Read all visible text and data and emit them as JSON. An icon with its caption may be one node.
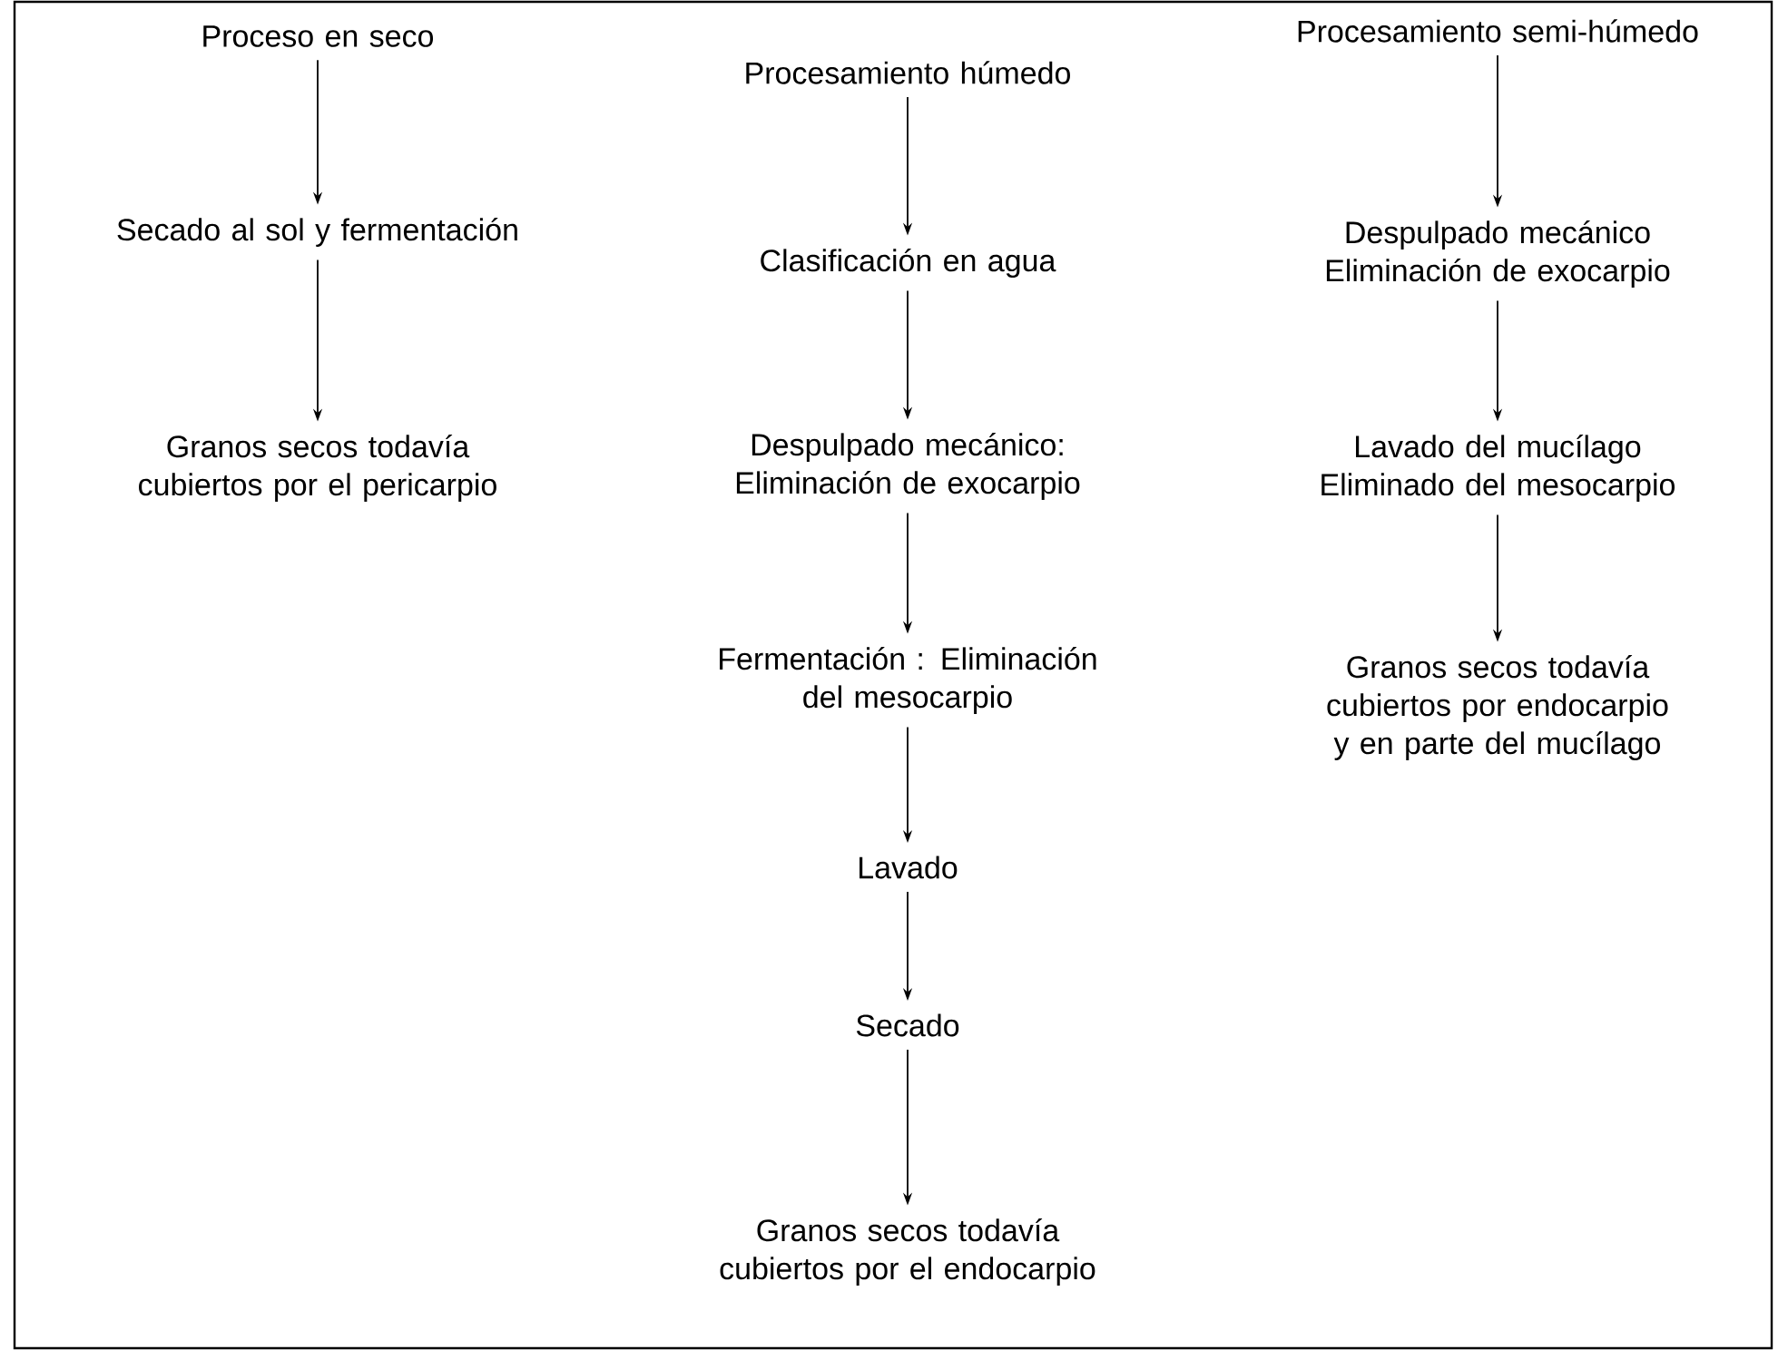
{
  "diagram": {
    "nodes": [
      {
        "text": [
          "Proceso en seco"
        ]
      },
      {
        "text": [
          "Secado al sol y fermentación"
        ]
      },
      {
        "text": [
          "Granos secos todavía cubiertos por el pericarpio"
        ]
      },
      {
        "text": [
          "Procesamiento húmedo"
        ]
      },
      {
        "text": [
          "Clasificación en agua"
        ]
      },
      {
        "text": [
          "Despulpado mecánico: Eliminación de exocarpio"
        ]
      },
      {
        "text": [
          "Fermentación : Eliminación del mesocarpio"
        ]
      },
      {
        "text": [
          "Lavado"
        ]
      },
      {
        "text": [
          "Secado"
        ]
      },
      {
        "text": [
          "Granos secos todavía cubiertos por el endocarpio"
        ]
      },
      {
        "text": [
          "Procesamiento semi-húmedo"
        ]
      },
      {
        "text": [
          "Despulpado mecánico Eliminación de exocarpio"
        ]
      },
      {
        "text": [
          "Lavado del mucílago Eliminado del mesocarpio"
        ]
      },
      {
        "text": [
          "Granos secos todavía cubiertos por endocarpio y en parte del mucílago"
        ]
      }
    ],
    "edges": [
      {
        "from": 0,
        "to": 1,
        "arrow": "to"
      },
      {
        "from": 1,
        "to": 2,
        "arrow": "to"
      },
      {
        "from": 3,
        "to": 4,
        "arrow": "to"
      },
      {
        "from": 4,
        "to": 5,
        "arrow": "to"
      },
      {
        "from": 5,
        "to": 6,
        "arrow": "to"
      },
      {
        "from": 6,
        "to": 7,
        "arrow": "to"
      },
      {
        "from": 7,
        "to": 8,
        "arrow": "to"
      },
      {
        "from": 8,
        "to": 9,
        "arrow": "to"
      },
      {
        "from": 10,
        "to": 11,
        "arrow": "to"
      },
      {
        "from": 11,
        "to": 12,
        "arrow": "to"
      },
      {
        "from": 12,
        "to": 13,
        "arrow": "to"
      }
    ]
  }
}
